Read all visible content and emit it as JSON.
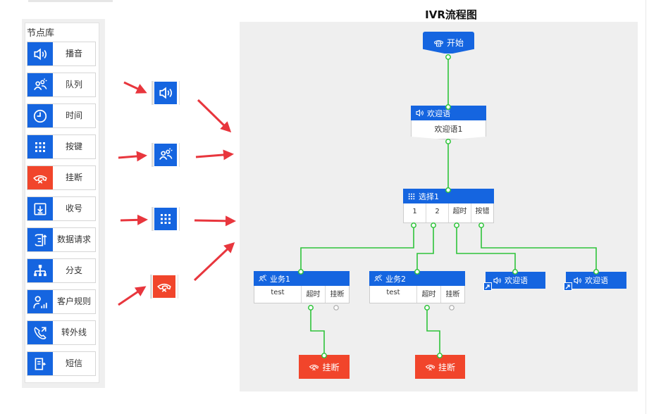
{
  "library": {
    "title": "节点库",
    "items": [
      {
        "label": "播音",
        "icon": "speaker-icon",
        "color": "#1565e0"
      },
      {
        "label": "队列",
        "icon": "group-icon",
        "color": "#1565e0"
      },
      {
        "label": "时间",
        "icon": "clock-icon",
        "color": "#1565e0"
      },
      {
        "label": "按键",
        "icon": "keypad-icon",
        "color": "#1565e0"
      },
      {
        "label": "挂断",
        "icon": "hangup-icon",
        "color": "#f1452b"
      },
      {
        "label": "收号",
        "icon": "collect-digits-icon",
        "color": "#1565e0"
      },
      {
        "label": "数据请求",
        "icon": "data-request-icon",
        "color": "#1565e0"
      },
      {
        "label": "分支",
        "icon": "branch-icon",
        "color": "#1565e0"
      },
      {
        "label": "客户规则",
        "icon": "customer-rule-icon",
        "color": "#1565e0"
      },
      {
        "label": "转外线",
        "icon": "transfer-call-icon",
        "color": "#1565e0"
      },
      {
        "label": "短信",
        "icon": "sms-icon",
        "color": "#1565e0"
      }
    ]
  },
  "diagram": {
    "title": "IVR流程图",
    "start": {
      "label": "开始",
      "icon": "phone-icon"
    },
    "welcome": {
      "label": "欢迎语",
      "body": "欢迎语1",
      "icon": "speaker-icon"
    },
    "select": {
      "label": "选择1",
      "icon": "keypad-icon",
      "options": [
        "1",
        "2",
        "超时",
        "按错"
      ]
    },
    "queue1": {
      "label": "业务1",
      "icon": "group-icon",
      "cells": [
        "test",
        "超时",
        "挂断"
      ]
    },
    "queue2": {
      "label": "业务2",
      "icon": "group-icon",
      "cells": [
        "test",
        "超时",
        "挂断"
      ]
    },
    "welcome_a": {
      "label": "欢迎语",
      "icon": "speaker-icon"
    },
    "welcome_b": {
      "label": "欢迎语",
      "icon": "speaker-icon"
    },
    "hangup1": {
      "label": "挂断",
      "icon": "hangup-icon"
    },
    "hangup2": {
      "label": "挂断",
      "icon": "hangup-icon"
    }
  },
  "colors": {
    "primary": "#1565e0",
    "danger": "#f1452b",
    "wire": "#2ec43a",
    "arrow": "#e8363d"
  }
}
